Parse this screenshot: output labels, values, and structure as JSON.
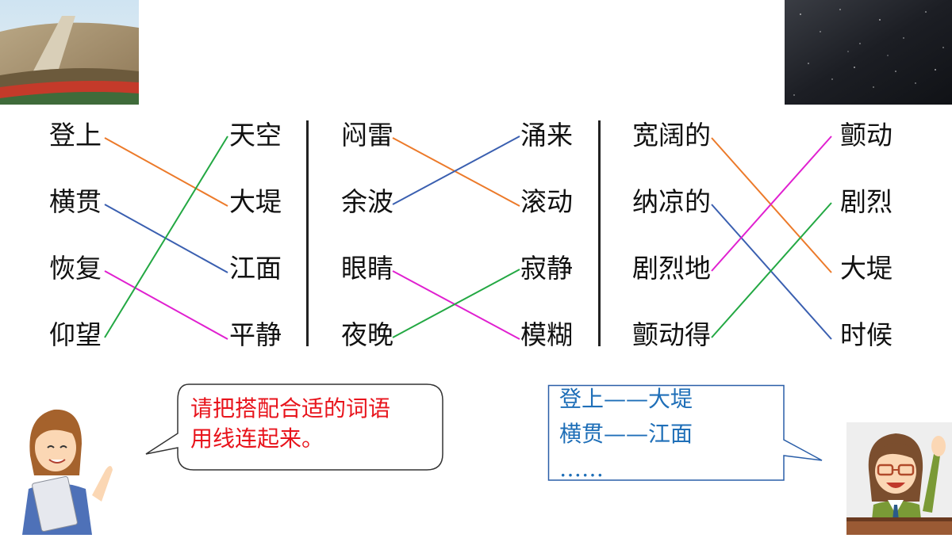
{
  "groups": [
    {
      "left": [
        "登上",
        "横贯",
        "恢复",
        "仰望"
      ],
      "right": [
        "天空",
        "大堤",
        "江面",
        "平静"
      ]
    },
    {
      "left": [
        "闷雷",
        "余波",
        "眼睛",
        "夜晚"
      ],
      "right": [
        "涌来",
        "滚动",
        "寂静",
        "模糊"
      ]
    },
    {
      "left": [
        "宽阔的",
        "纳凉的",
        "剧烈地",
        "颤动得"
      ],
      "right": [
        "颤动",
        "剧烈",
        "大堤",
        "时候"
      ]
    }
  ],
  "matches": [
    {
      "group": 0,
      "from": 0,
      "to": 1,
      "color": "#ec7a2a"
    },
    {
      "group": 0,
      "from": 1,
      "to": 2,
      "color": "#3a5fb0"
    },
    {
      "group": 0,
      "from": 2,
      "to": 3,
      "color": "#e020d0"
    },
    {
      "group": 0,
      "from": 3,
      "to": 0,
      "color": "#23a843"
    },
    {
      "group": 1,
      "from": 0,
      "to": 1,
      "color": "#ec7a2a"
    },
    {
      "group": 1,
      "from": 1,
      "to": 0,
      "color": "#3a5fb0"
    },
    {
      "group": 1,
      "from": 2,
      "to": 3,
      "color": "#e020d0"
    },
    {
      "group": 1,
      "from": 3,
      "to": 2,
      "color": "#23a843"
    },
    {
      "group": 2,
      "from": 0,
      "to": 2,
      "color": "#ec7a2a"
    },
    {
      "group": 2,
      "from": 1,
      "to": 3,
      "color": "#3a5fb0"
    },
    {
      "group": 2,
      "from": 2,
      "to": 0,
      "color": "#e020d0"
    },
    {
      "group": 2,
      "from": 3,
      "to": 1,
      "color": "#23a843"
    }
  ],
  "teacher_bubble": {
    "line1": "请把搭配合适的词语",
    "line2": "用线连起来。"
  },
  "example_box": {
    "line1": "登上——大堤",
    "line2": "横贯——江面",
    "line3": "……"
  }
}
